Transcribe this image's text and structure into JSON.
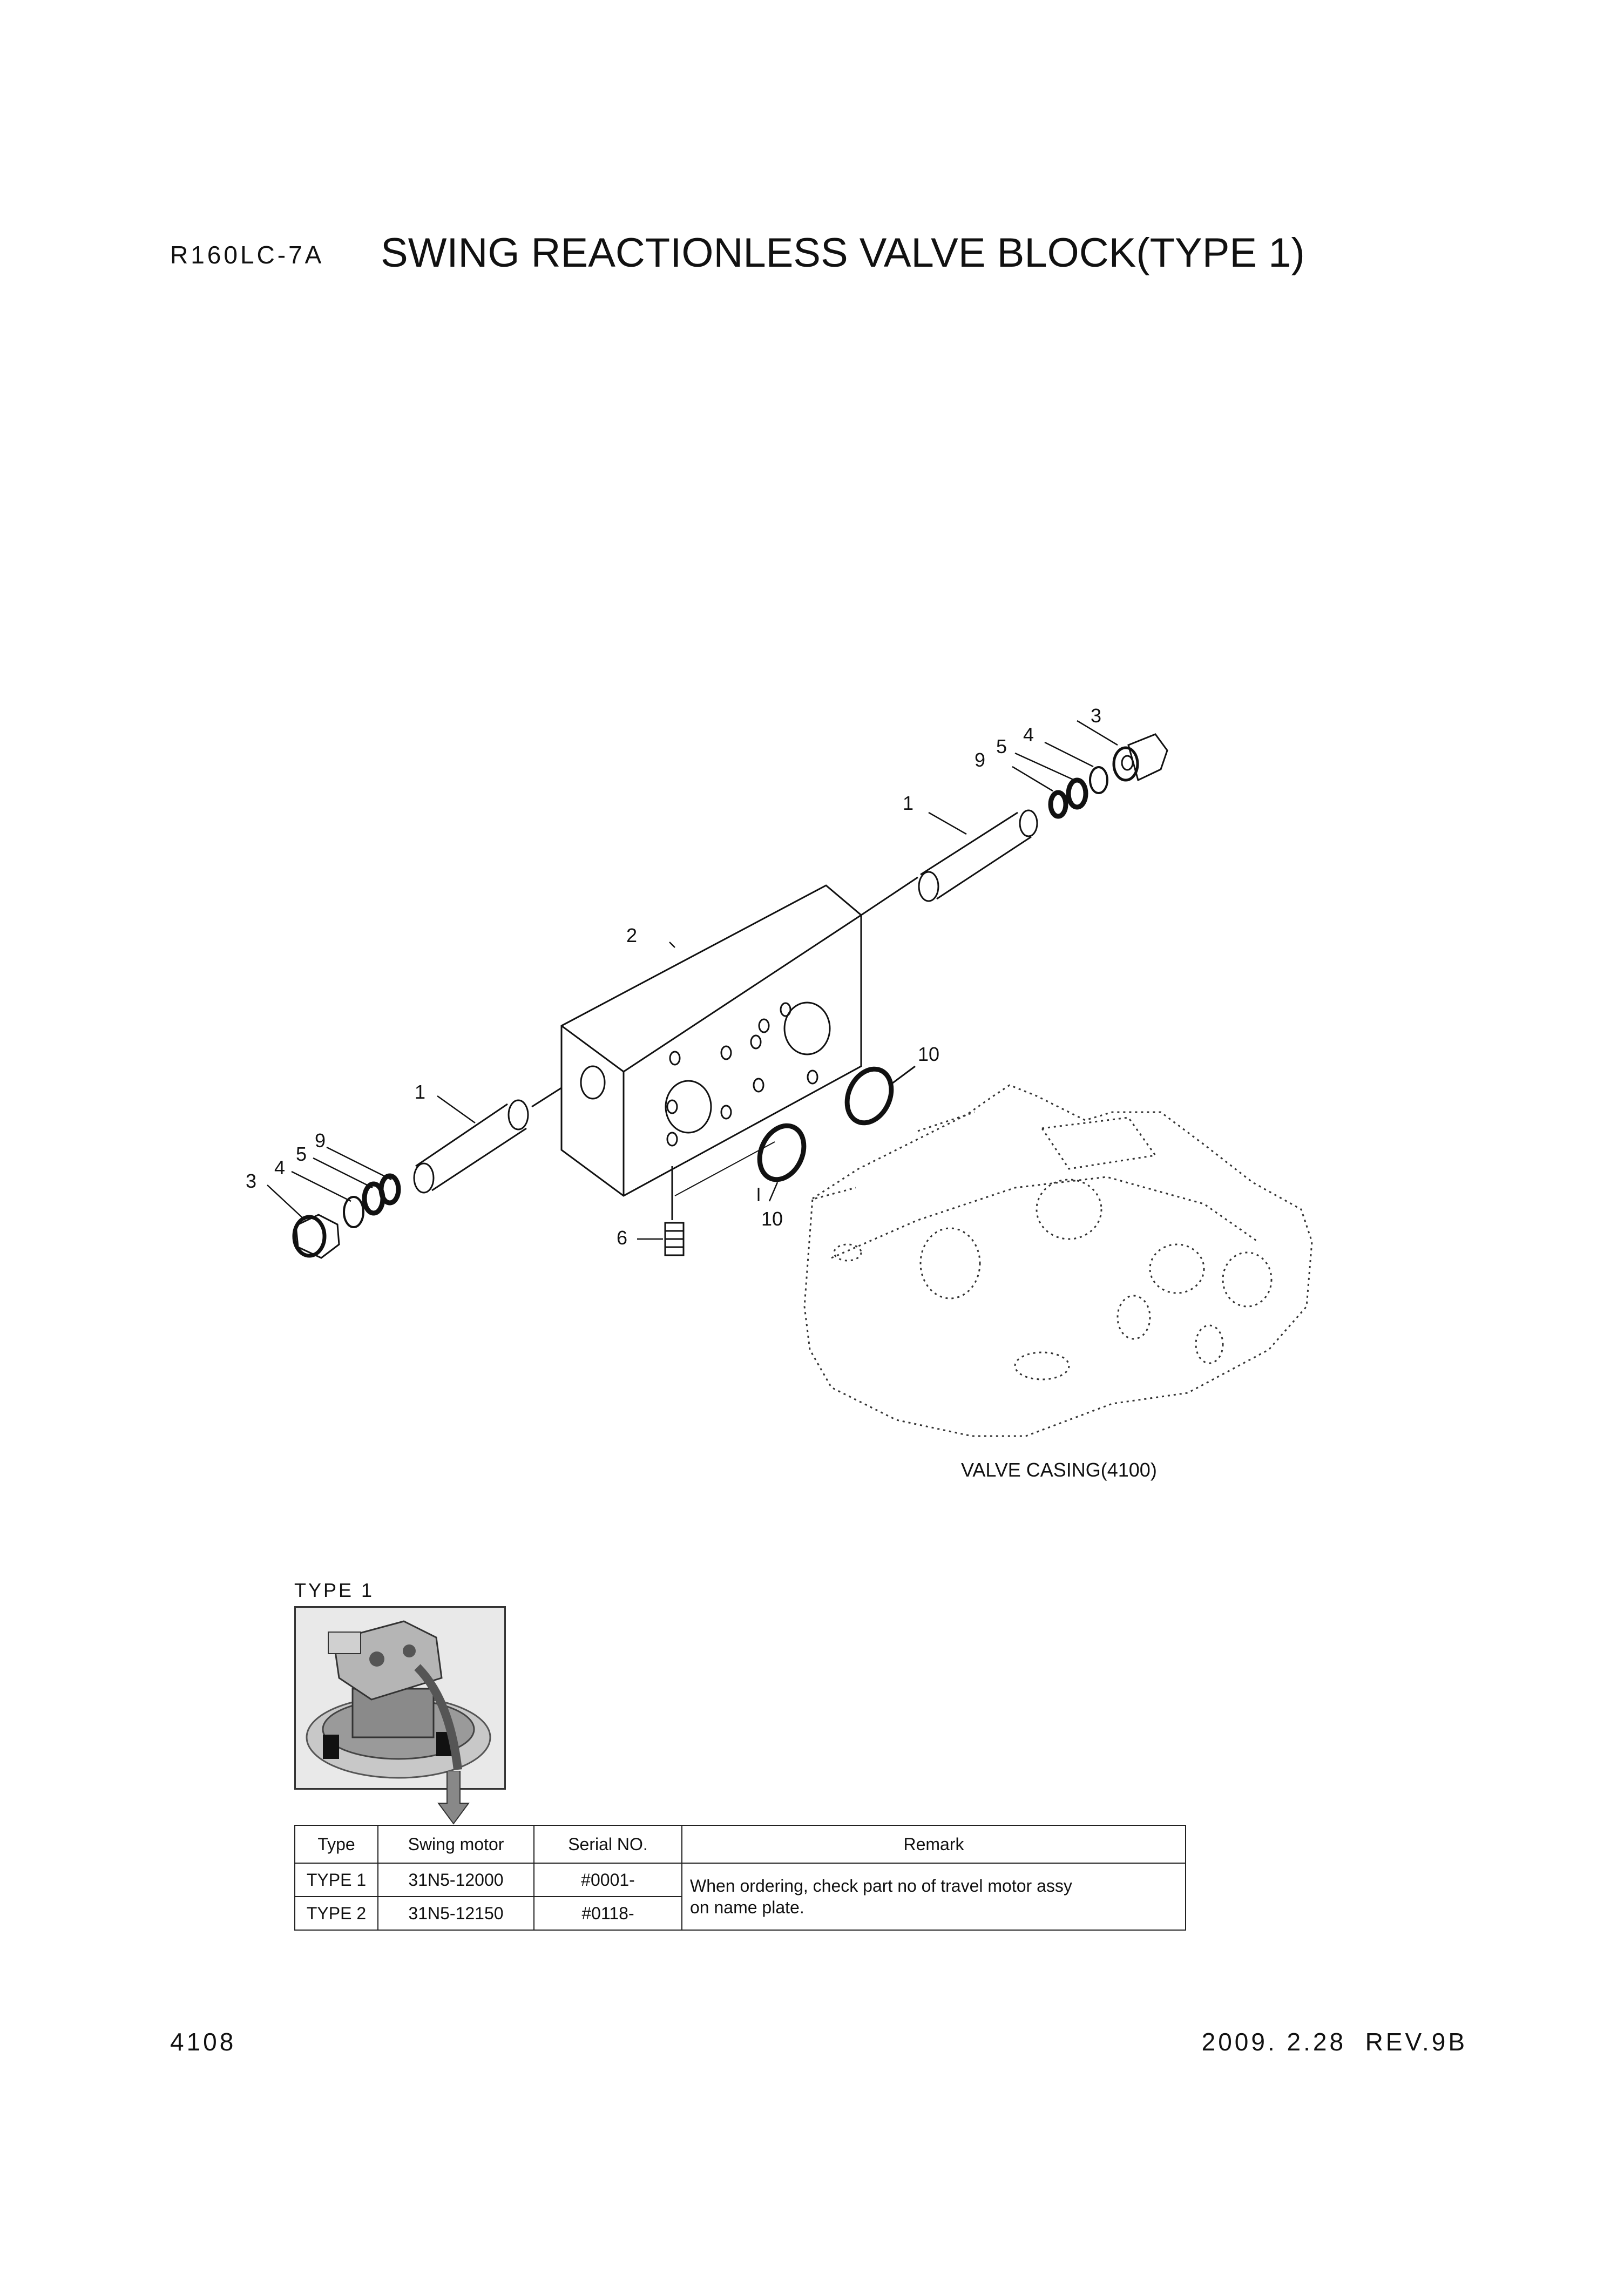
{
  "header": {
    "model": "R160LC-7A",
    "title": "SWING REACTIONLESS VALVE BLOCK(TYPE 1)"
  },
  "diagram": {
    "callouts": [
      "1",
      "2",
      "3",
      "4",
      "5",
      "9",
      "1",
      "3",
      "4",
      "5",
      "9",
      "6",
      "10",
      "10"
    ],
    "casing_label": "VALVE CASING(4100)"
  },
  "inset": {
    "label": "TYPE 1"
  },
  "table": {
    "headers": [
      "Type",
      "Swing motor",
      "Serial NO.",
      "Remark"
    ],
    "rows": [
      {
        "type": "TYPE 1",
        "motor": "31N5-12000",
        "serial": "#0001-"
      },
      {
        "type": "TYPE 2",
        "motor": "31N5-12150",
        "serial": "#0118-"
      }
    ],
    "remark_line1": "When ordering, check part no of travel motor assy",
    "remark_line2": "on name plate."
  },
  "footer": {
    "page": "4108",
    "revision": "2009. 2.28  REV.9B"
  }
}
